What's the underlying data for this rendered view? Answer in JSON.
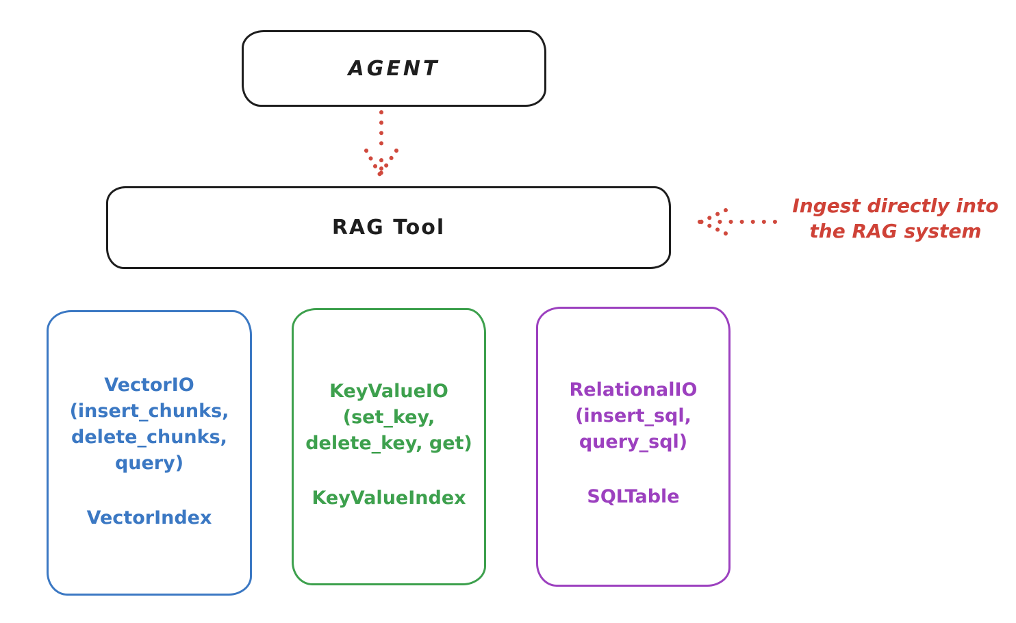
{
  "diagram": {
    "agent_node": {
      "label": "AGENT"
    },
    "rag_node": {
      "label": "RAG Tool"
    },
    "annotation": {
      "line1": "Ingest directly into",
      "line2": "the RAG system"
    },
    "io_nodes": [
      {
        "id": "vector-io",
        "methods": "VectorIO\n(insert_chunks,\ndelete_chunks,\nquery)",
        "index_label": "VectorIndex",
        "color": "#3b78c3"
      },
      {
        "id": "keyvalue-io",
        "methods": "KeyValueIO\n(set_key,\ndelete_key, get)",
        "index_label": "KeyValueIndex",
        "color": "#3da04d"
      },
      {
        "id": "relational-io",
        "methods": "RelationalIO\n(insert_sql,\nquery_sql)",
        "index_label": "SQLTable",
        "color": "#9c40bf"
      }
    ],
    "colors": {
      "node_stroke": "#1e1e1e",
      "accent_red": "#cf4237",
      "blue": "#3b78c3",
      "green": "#3da04d",
      "purple": "#9c40bf",
      "background": "#ffffff"
    },
    "icons": [
      "dotted-arrow-down-icon",
      "dotted-arrow-left-icon"
    ]
  }
}
